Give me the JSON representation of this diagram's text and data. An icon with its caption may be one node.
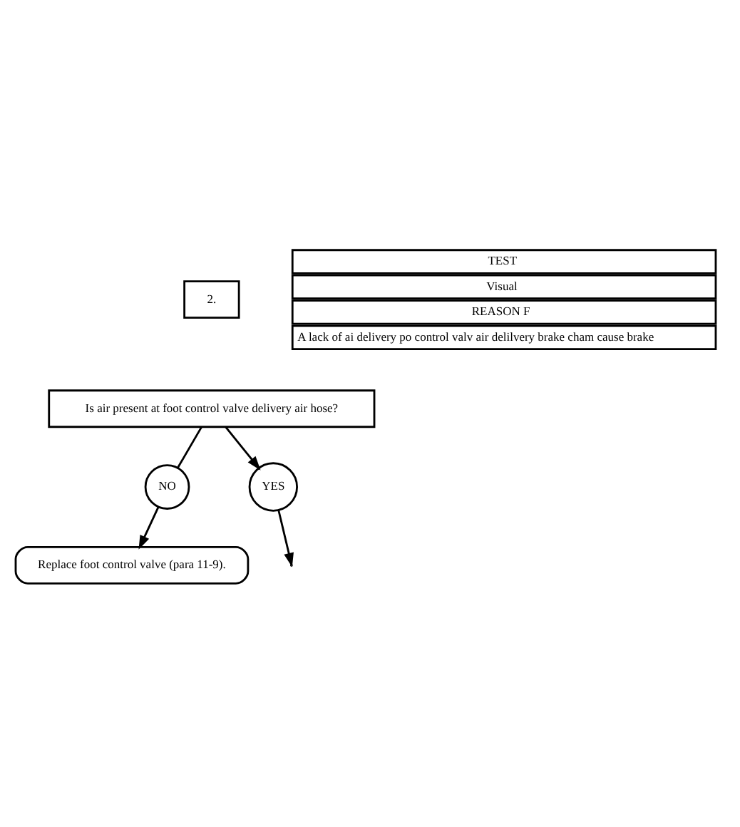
{
  "diagram": {
    "nodes": [
      {
        "text": [
          "2."
        ]
      },
      {
        "text": [
          "Is air present at foot control valve delivery air hose?"
        ]
      },
      {
        "text": [
          "NO"
        ]
      },
      {
        "text": [
          "YES"
        ]
      },
      {
        "text": [
          "Replace foot control valve (para 11-9)."
        ]
      },
      {
        "text": [
          "TEST",
          "Visual",
          "REASON F",
          "A lack of ai delivery po control valv air delilvery brake cham cause brake"
        ]
      }
    ],
    "edges": [
      {
        "from": 1,
        "to": 2,
        "arrow": "none"
      },
      {
        "from": 1,
        "to": 3,
        "arrow": "to"
      },
      {
        "from": 2,
        "to": 4,
        "arrow": "to"
      },
      {
        "from": 3,
        "to": null,
        "arrow": "to"
      }
    ]
  }
}
